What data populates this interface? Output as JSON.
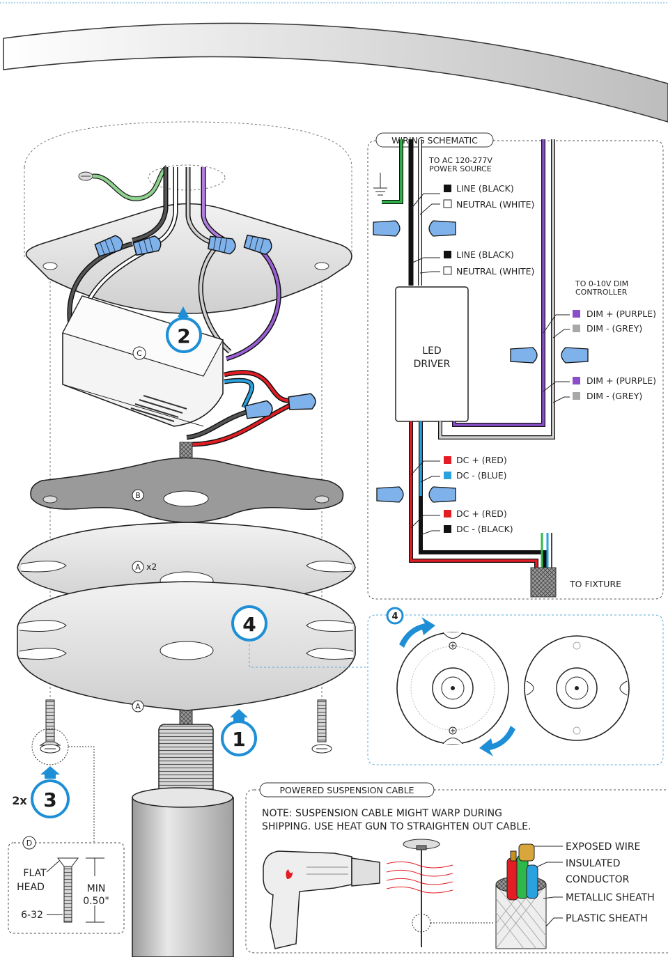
{
  "colors": {
    "accent_blue": "#1e8fd6",
    "wire_black": "#111111",
    "wire_white": "#ffffff",
    "wire_green": "#2fb84a",
    "wire_purple": "#8a4fc8",
    "wire_grey": "#a8a8a8",
    "wire_red": "#e21d24",
    "wire_blue": "#2aa2e0",
    "connector_blue": "#7fb2ea",
    "part_grey": "#c9c9c9"
  },
  "steps": {
    "step1": "1",
    "step2": "2",
    "step3": "3",
    "step3_prefix": "2x",
    "step4": "4",
    "step4_small": "4"
  },
  "parts": {
    "a_top": "A",
    "a_multiplier": "x2",
    "a_bottom": "A",
    "b": "B",
    "c": "C",
    "d": "D"
  },
  "screw_detail": {
    "head_type_line1": "FLAT",
    "head_type_line2": "HEAD",
    "thread": "6-32",
    "length_line1": "MIN",
    "length_line2": "0.50\""
  },
  "wiring": {
    "title": "WIRING SCHEMATIC",
    "power_source_line1": "TO AC 120-277V",
    "power_source_line2": "POWER SOURCE",
    "line_black_1": "LINE (BLACK)",
    "neutral_white_1": "NEUTRAL (WHITE)",
    "line_black_2": "LINE (BLACK)",
    "neutral_white_2": "NEUTRAL (WHITE)",
    "driver_line1": "LED",
    "driver_line2": "DRIVER",
    "dim_controller_line1": "TO 0-10V DIM",
    "dim_controller_line2": "CONTROLLER",
    "dim_plus_1": "DIM + (PURPLE)",
    "dim_minus_1": "DIM - (GREY)",
    "dim_plus_2": "DIM + (PURPLE)",
    "dim_minus_2": "DIM - (GREY)",
    "dc_plus_red_1": "DC + (RED)",
    "dc_minus_blue": "DC - (BLUE)",
    "dc_plus_red_2": "DC + (RED)",
    "dc_minus_black": "DC - (BLACK)",
    "fixture": "TO FIXTURE"
  },
  "cable": {
    "title": "POWERED SUSPENSION CABLE",
    "note_line1": "NOTE: SUSPENSION CABLE MIGHT WARP DURING",
    "note_line2": "SHIPPING. USE HEAT GUN TO STRAIGHTEN OUT CABLE.",
    "exposed_wire": "EXPOSED WIRE",
    "insulated_line1": "INSULATED",
    "insulated_line2": "CONDUCTOR",
    "metallic_sheath": "METALLIC SHEATH",
    "plastic_sheath": "PLASTIC SHEATH"
  }
}
